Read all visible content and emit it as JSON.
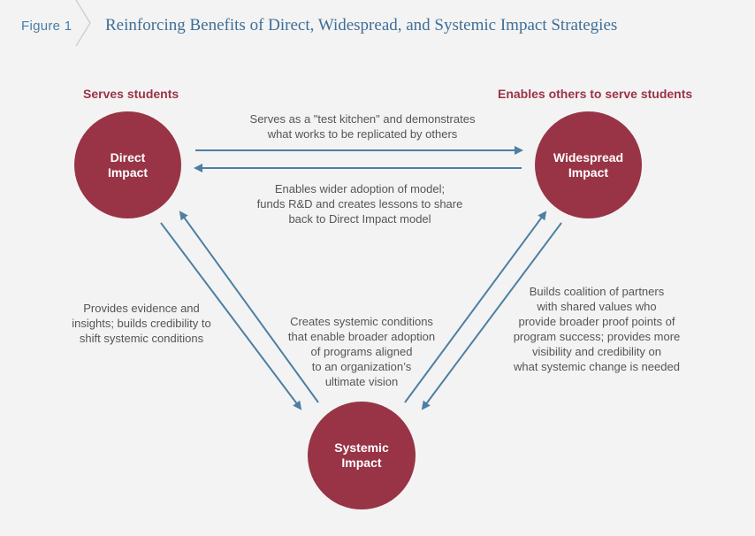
{
  "header": {
    "figure_label": "Figure 1",
    "title": "Reinforcing Benefits of Direct, Widespread, and Systemic Impact Strategies"
  },
  "headings": {
    "left": "Serves students",
    "right": "Enables others to serve students"
  },
  "nodes": {
    "direct": "Direct\nImpact",
    "widespread": "Widespread\nImpact",
    "systemic": "Systemic\nImpact"
  },
  "edges": {
    "direct_to_widespread": "Serves as a \"test kitchen\" and demonstrates\nwhat works to be replicated by others",
    "widespread_to_direct": "Enables wider adoption of model;\nfunds R&D and creates lessons to share\nback to Direct Impact model",
    "direct_to_systemic": "Provides evidence and\ninsights; builds credibility to\nshift systemic conditions",
    "systemic_center": "Creates systemic conditions\nthat enable broader adoption\nof programs aligned\nto an organization’s\nultimate vision",
    "widespread_to_systemic": "Builds coalition of partners\nwith shared values who\nprovide broader proof points of\nprogram success; provides more\nvisibility and credibility on\nwhat systemic change is needed"
  },
  "colors": {
    "node_fill": "#983446",
    "arrow": "#4d7fa2",
    "heading": "#9b3345",
    "title": "#3f6f97"
  }
}
